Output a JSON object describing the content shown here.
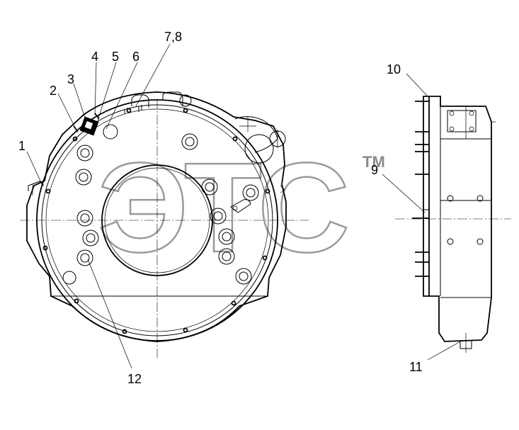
{
  "watermark": {
    "text": "ЭТС",
    "mark": "TM"
  },
  "callouts": {
    "c1": "1",
    "c2": "2",
    "c3": "3",
    "c4": "4",
    "c5": "5",
    "c6": "6",
    "c78": "7,8",
    "c9": "9",
    "c10": "10",
    "c11": "11",
    "c12": "12"
  }
}
